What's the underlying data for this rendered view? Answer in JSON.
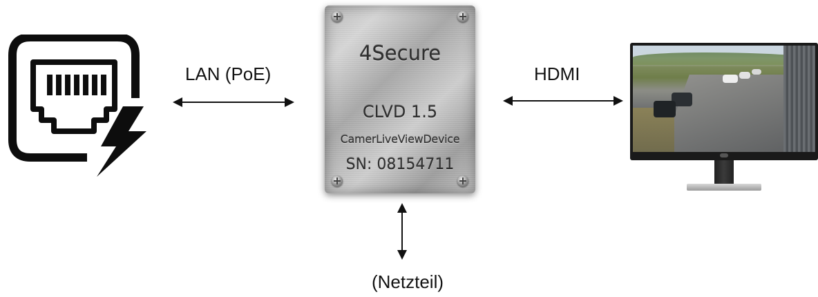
{
  "labels": {
    "lan": "LAN (PoE)",
    "hdmi": "HDMI",
    "power": "(Netzteil)"
  },
  "device": {
    "brand": "4Secure",
    "model": "CLVD 1.5",
    "full_name": "CamerLiveViewDevice",
    "serial": "SN: 08154711"
  },
  "icons": {
    "poe": "ethernet-poe-icon",
    "device": "device-plate",
    "monitor": "monitor-image"
  }
}
